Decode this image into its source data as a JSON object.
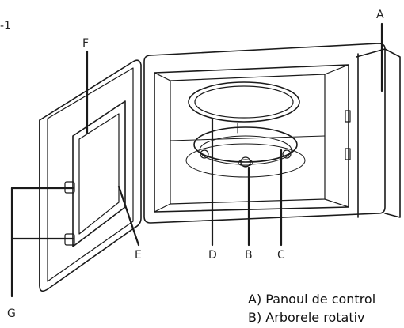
{
  "figure": {
    "number_fragment": "-1"
  },
  "callouts": {
    "A": "A",
    "B": "B",
    "C": "C",
    "D": "D",
    "E": "E",
    "F": "F",
    "G": "G"
  },
  "legend": [
    {
      "text": "A) Panoul de control"
    },
    {
      "text": "B) Arborele rotativ"
    }
  ],
  "colors": {
    "line": "#1a1a1a",
    "background": "#ffffff"
  }
}
